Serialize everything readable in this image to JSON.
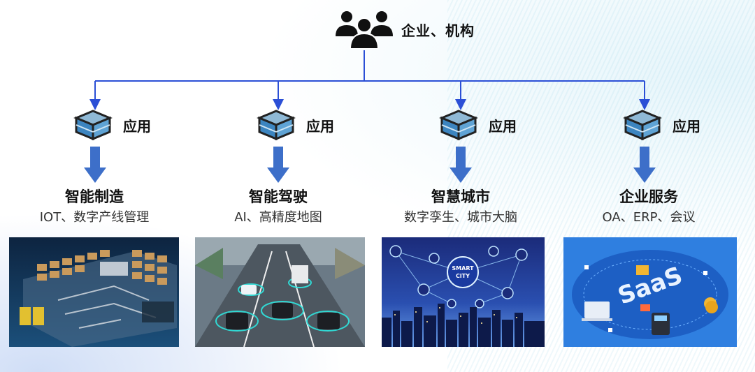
{
  "top": {
    "label": "企业、机构",
    "icon": "users-group-icon"
  },
  "apps": [
    {
      "label": "应用",
      "title": "智能制造",
      "subtitle": "IOT、数字产线管理",
      "image": "warehouse-3d-image"
    },
    {
      "label": "应用",
      "title": "智能驾驶",
      "subtitle": "AI、高精度地图",
      "image": "autonomous-driving-image"
    },
    {
      "label": "应用",
      "title": "智慧城市",
      "subtitle": "数字孪生、城市大脑",
      "image": "smart-city-image"
    },
    {
      "label": "应用",
      "title": "企业服务",
      "subtitle": "OA、ERP、会议",
      "image": "saas-image"
    }
  ],
  "thumbs": {
    "smart_city_text": "SMART CITY",
    "saas_text": "SaaS"
  },
  "colors": {
    "connector": "#2b4fd6",
    "arrow": "#3d6fc9"
  }
}
